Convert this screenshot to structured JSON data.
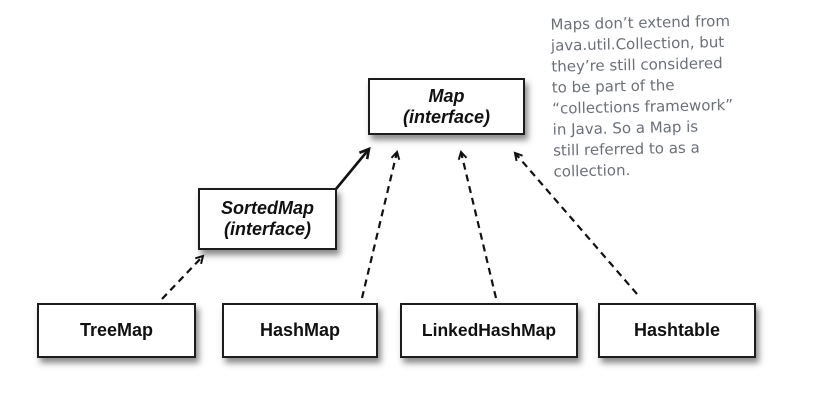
{
  "figure": {
    "nodes": [
      {
        "label": "Map",
        "sublabel": "(interface)",
        "kind": "interface"
      },
      {
        "label": "SortedMap",
        "sublabel": "(interface)",
        "kind": "interface"
      },
      {
        "label": "TreeMap",
        "kind": "class"
      },
      {
        "label": "HashMap",
        "kind": "class"
      },
      {
        "label": "LinkedHashMap",
        "kind": "class"
      },
      {
        "label": "Hashtable",
        "kind": "class"
      }
    ],
    "edges": [
      {
        "from": "SortedMap",
        "to": "Map",
        "style": "solid"
      },
      {
        "from": "TreeMap",
        "to": "SortedMap",
        "style": "dashed"
      },
      {
        "from": "HashMap",
        "to": "Map",
        "style": "dashed"
      },
      {
        "from": "LinkedHashMap",
        "to": "Map",
        "style": "dashed"
      },
      {
        "from": "Hashtable",
        "to": "Map",
        "style": "dashed"
      }
    ],
    "annotation": "Maps don’t extend from\njava.util.Collection, but\nthey’re still considered\nto be part of the\n“collections framework”\nin Java. So a Map is\nstill referred to as a\ncollection."
  },
  "colors": {
    "box_border": "#1c1c1c",
    "box_background": "#ffffff",
    "box_text": "#111111",
    "arrow": "#111111",
    "annotation_text": "#6b7077"
  }
}
